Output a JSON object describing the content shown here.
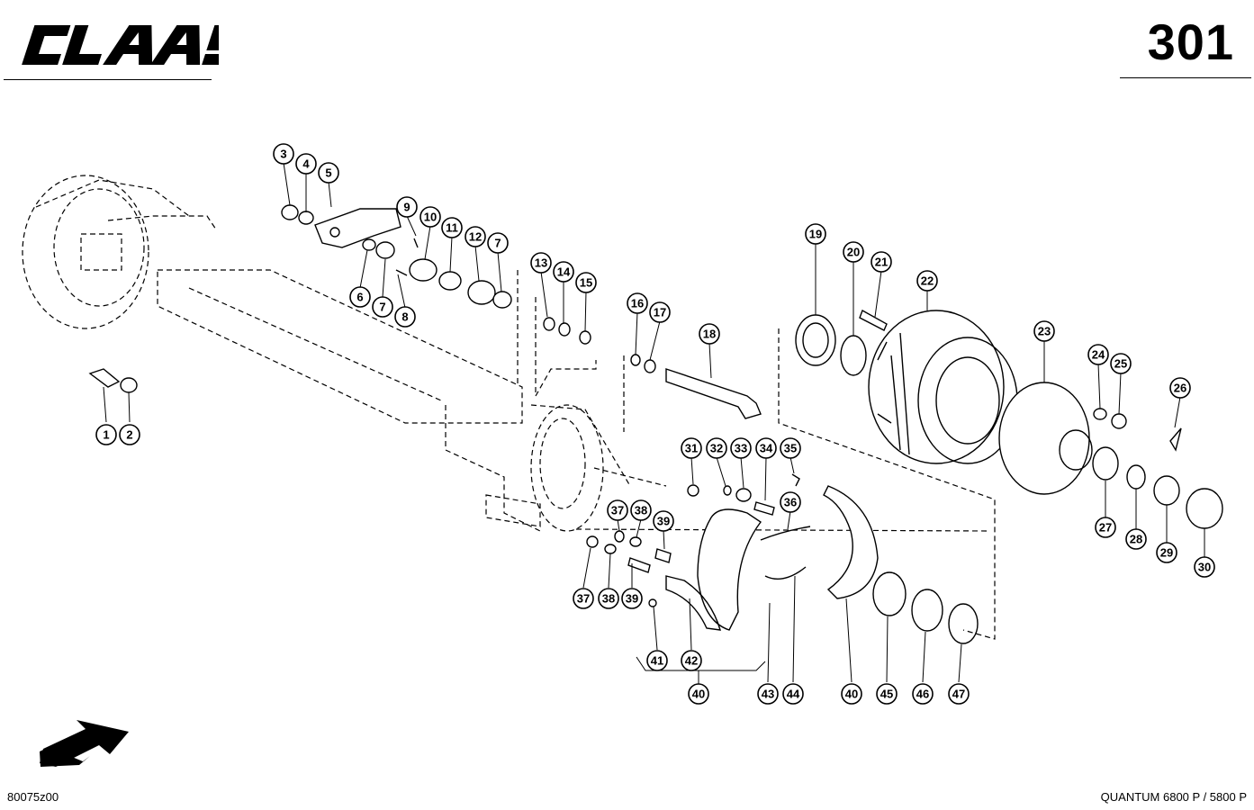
{
  "header": {
    "brand": "CLAAS",
    "page_number": "301"
  },
  "footer": {
    "drawing_code": "80075z00",
    "model": "QUANTUM 6800 P / 5800 P"
  },
  "callouts": [
    "1",
    "2",
    "3",
    "4",
    "5",
    "6",
    "7",
    "8",
    "9",
    "10",
    "11",
    "12",
    "7",
    "13",
    "14",
    "15",
    "16",
    "17",
    "18",
    "19",
    "20",
    "21",
    "22",
    "23",
    "24",
    "25",
    "26",
    "27",
    "28",
    "29",
    "30",
    "31",
    "32",
    "33",
    "34",
    "35",
    "36",
    "37",
    "38",
    "39",
    "37",
    "38",
    "39",
    "40",
    "41",
    "42",
    "43",
    "44",
    "40",
    "45",
    "46",
    "47"
  ],
  "icons": {
    "direction": "arrow-icon"
  }
}
